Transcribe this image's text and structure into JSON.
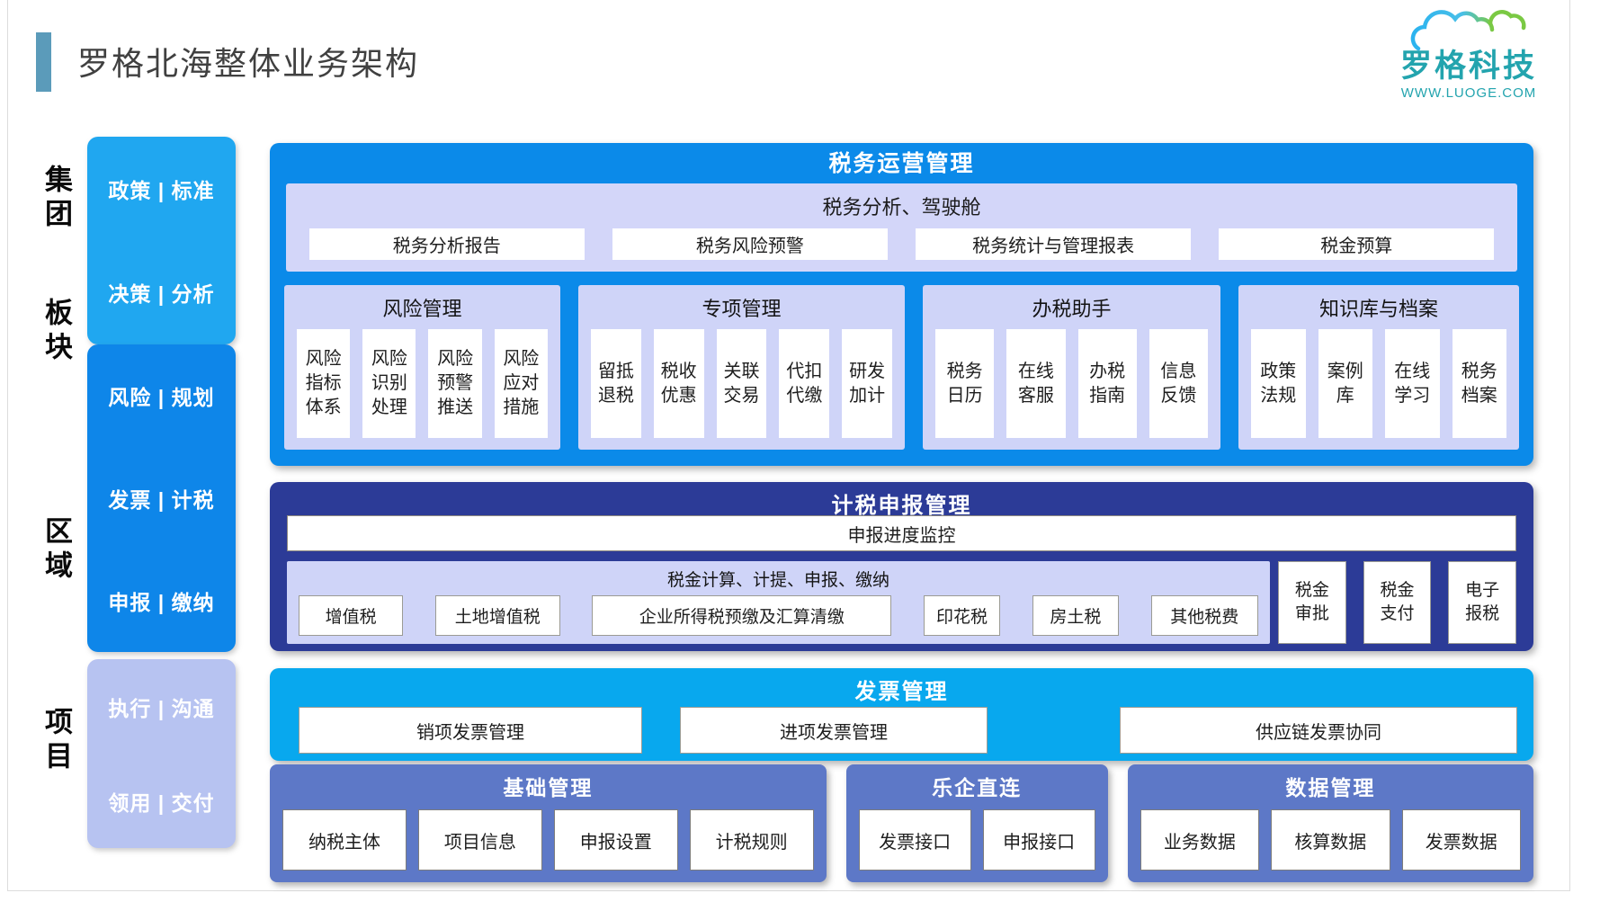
{
  "colors": {
    "accent_teal": "#5b9bba",
    "brand_teal": "#23a4ae",
    "sidebar_light_blue": "#20a7f0",
    "sidebar_blue": "#0e86e9",
    "sidebar_periwinkle": "#b7c3f1",
    "section_blue": "#0b8ae9",
    "section_navy": "#2c3b97",
    "section_cyan": "#08a8ee",
    "section_slate": "#5d78c7",
    "panel_periwinkle": "#cfd4f8"
  },
  "header": {
    "title": "罗格北海整体业务架构",
    "brand": "罗格科技",
    "brand_url": "WWW.LUOGE.COM"
  },
  "sidebar": {
    "row_labels": [
      "集团",
      "板块",
      "区域",
      "项目"
    ],
    "groups": [
      {
        "items": [
          "政策 | 标准",
          "决策 | 分析"
        ]
      },
      {
        "items": [
          "风险 | 规划",
          "发票 | 计税",
          "申报 | 缴纳"
        ]
      },
      {
        "items": [
          "执行 | 沟通",
          "领用 | 交付"
        ]
      }
    ]
  },
  "tax_operation": {
    "title": "税务运营管理",
    "analysis": {
      "title": "税务分析、驾驶舱",
      "items": [
        "税务分析报告",
        "税务风险预警",
        "税务统计与管理报表",
        "税金预算"
      ]
    },
    "groups": [
      {
        "title": "风险管理",
        "items": [
          "风险\n指标\n体系",
          "风险\n识别\n处理",
          "风险\n预警\n推送",
          "风险\n应对\n措施"
        ]
      },
      {
        "title": "专项管理",
        "items": [
          "留抵\n退税",
          "税收\n优惠",
          "关联\n交易",
          "代扣\n代缴",
          "研发\n加计"
        ]
      },
      {
        "title": "办税助手",
        "items": [
          "税务\n日历",
          "在线\n客服",
          "办税\n指南",
          "信息\n反馈"
        ]
      },
      {
        "title": "知识库与档案",
        "items": [
          "政策\n法规",
          "案例\n库",
          "在线\n学习",
          "税务\n档案"
        ]
      }
    ]
  },
  "tax_filing": {
    "title": "计税申报管理",
    "monitor": "申报进度监控",
    "calc": {
      "title": "税金计算、计提、申报、缴纳",
      "items": [
        "增值税",
        "土地增值税",
        "企业所得税预缴及汇算清缴",
        "印花税",
        "房土税",
        "其他税费"
      ]
    },
    "side_items": [
      "税金\n审批",
      "税金\n支付",
      "电子\n报税"
    ]
  },
  "invoice": {
    "title": "发票管理",
    "items": [
      "销项发票管理",
      "进项发票管理",
      "供应链发票协同"
    ]
  },
  "foundation_row": [
    {
      "title": "基础管理",
      "items": [
        "纳税主体",
        "项目信息",
        "申报设置",
        "计税规则"
      ]
    },
    {
      "title": "乐企直连",
      "items": [
        "发票接口",
        "申报接口"
      ]
    },
    {
      "title": "数据管理",
      "items": [
        "业务数据",
        "核算数据",
        "发票数据"
      ]
    }
  ]
}
